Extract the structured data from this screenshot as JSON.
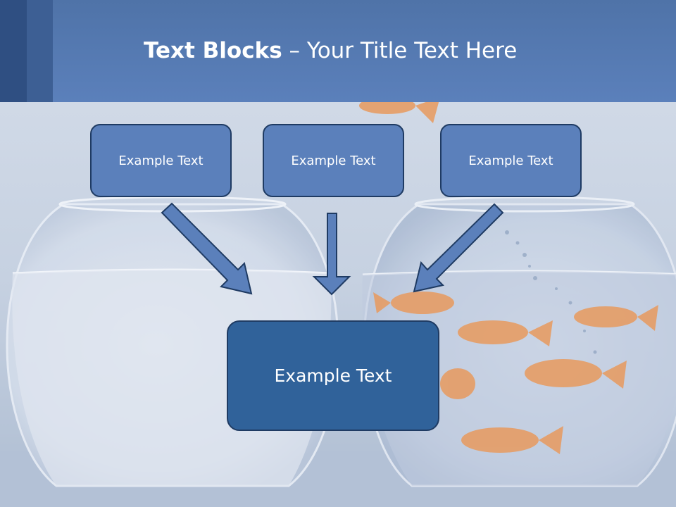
{
  "title": {
    "bold": "Text Blocks",
    "dash": " – ",
    "rest": "Your Title Text Here"
  },
  "boxes": [
    "Example Text",
    "Example Text",
    "Example Text"
  ],
  "center_box": "Example Text",
  "colors": {
    "header": "#5b80bb",
    "box": "#5b80bb",
    "center_box": "#30629a",
    "border": "#1f3b63"
  }
}
